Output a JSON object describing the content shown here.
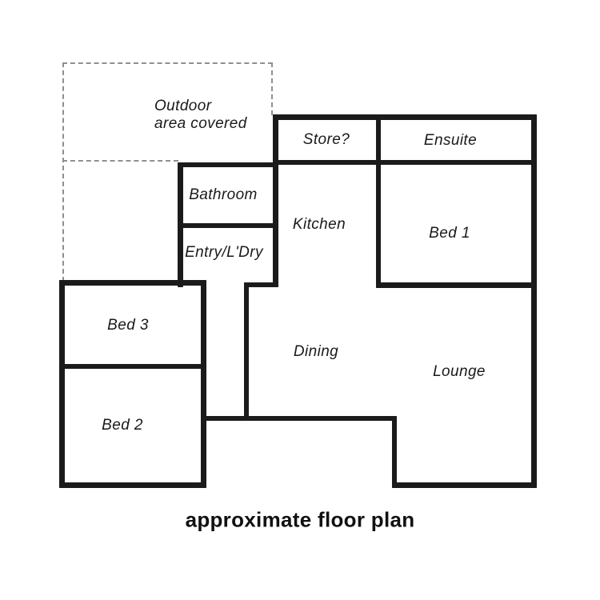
{
  "caption": "approximate floor plan",
  "colors": {
    "wall": "#1b1b1b",
    "dashed_line": "#8f8f8f",
    "background": "#ffffff",
    "text": "#1a1a1a"
  },
  "rooms": {
    "outdoor": {
      "label_line1": "Outdoor",
      "label_line2": "area covered"
    },
    "store": {
      "label": "Store?"
    },
    "ensuite": {
      "label": "Ensuite"
    },
    "bathroom": {
      "label": "Bathroom"
    },
    "entry": {
      "label": "Entry/L'Dry"
    },
    "kitchen": {
      "label": "Kitchen"
    },
    "bed1": {
      "label": "Bed 1"
    },
    "bed3": {
      "label": "Bed 3"
    },
    "bed2": {
      "label": "Bed 2"
    },
    "dining": {
      "label": "Dining"
    },
    "lounge": {
      "label": "Lounge"
    }
  }
}
